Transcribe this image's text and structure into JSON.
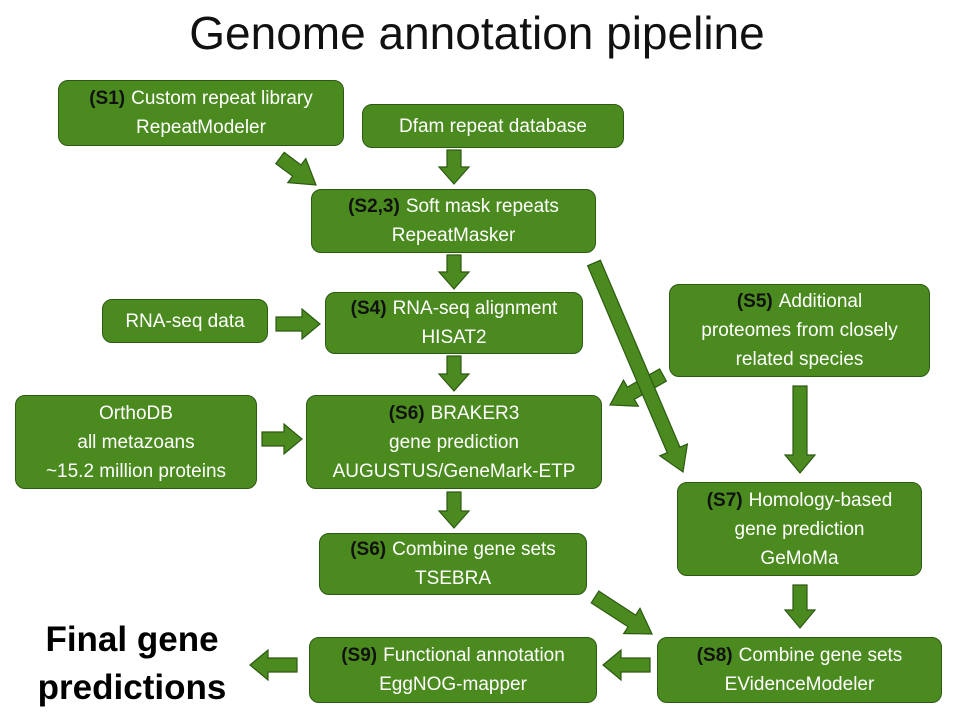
{
  "title": "Genome annotation pipeline",
  "final_label": [
    "Final gene",
    "predictions"
  ],
  "colors": {
    "box_fill": "#4a8a1f",
    "box_border": "#2d5a12",
    "arrow": "#4a8a1f",
    "step_text": "#111111"
  },
  "boxes": {
    "s1": {
      "step": "(S1)",
      "line1": "Custom repeat library",
      "line2": "RepeatModeler"
    },
    "dfam": {
      "line1": "Dfam repeat database"
    },
    "s23": {
      "step": "(S2,3)",
      "line1": "Soft mask repeats",
      "line2": "RepeatMasker"
    },
    "rnaseq": {
      "line1": "RNA-seq data"
    },
    "s4": {
      "step": "(S4)",
      "line1": "RNA-seq alignment",
      "line2": "HISAT2"
    },
    "s5": {
      "step": "(S5)",
      "line1": "Additional",
      "line2": "proteomes from closely",
      "line3": "related species"
    },
    "orthodb": {
      "line1": "OrthoDB",
      "line2": "all metazoans",
      "line3": "~15.2 million proteins"
    },
    "s6a": {
      "step": "(S6)",
      "line1": "BRAKER3",
      "line2": "gene prediction",
      "line3": "AUGUSTUS/GeneMark-ETP"
    },
    "s7": {
      "step": "(S7)",
      "line1": "Homology-based",
      "line2": "gene prediction",
      "line3": "GeMoMa"
    },
    "s6b": {
      "step": "(S6)",
      "line1": "Combine gene sets",
      "line2": "TSEBRA"
    },
    "s9": {
      "step": "(S9)",
      "line1": "Functional annotation",
      "line2": "EggNOG-mapper"
    },
    "s8": {
      "step": "(S8)",
      "line1": "Combine gene sets",
      "line2": "EVidenceModeler"
    }
  }
}
